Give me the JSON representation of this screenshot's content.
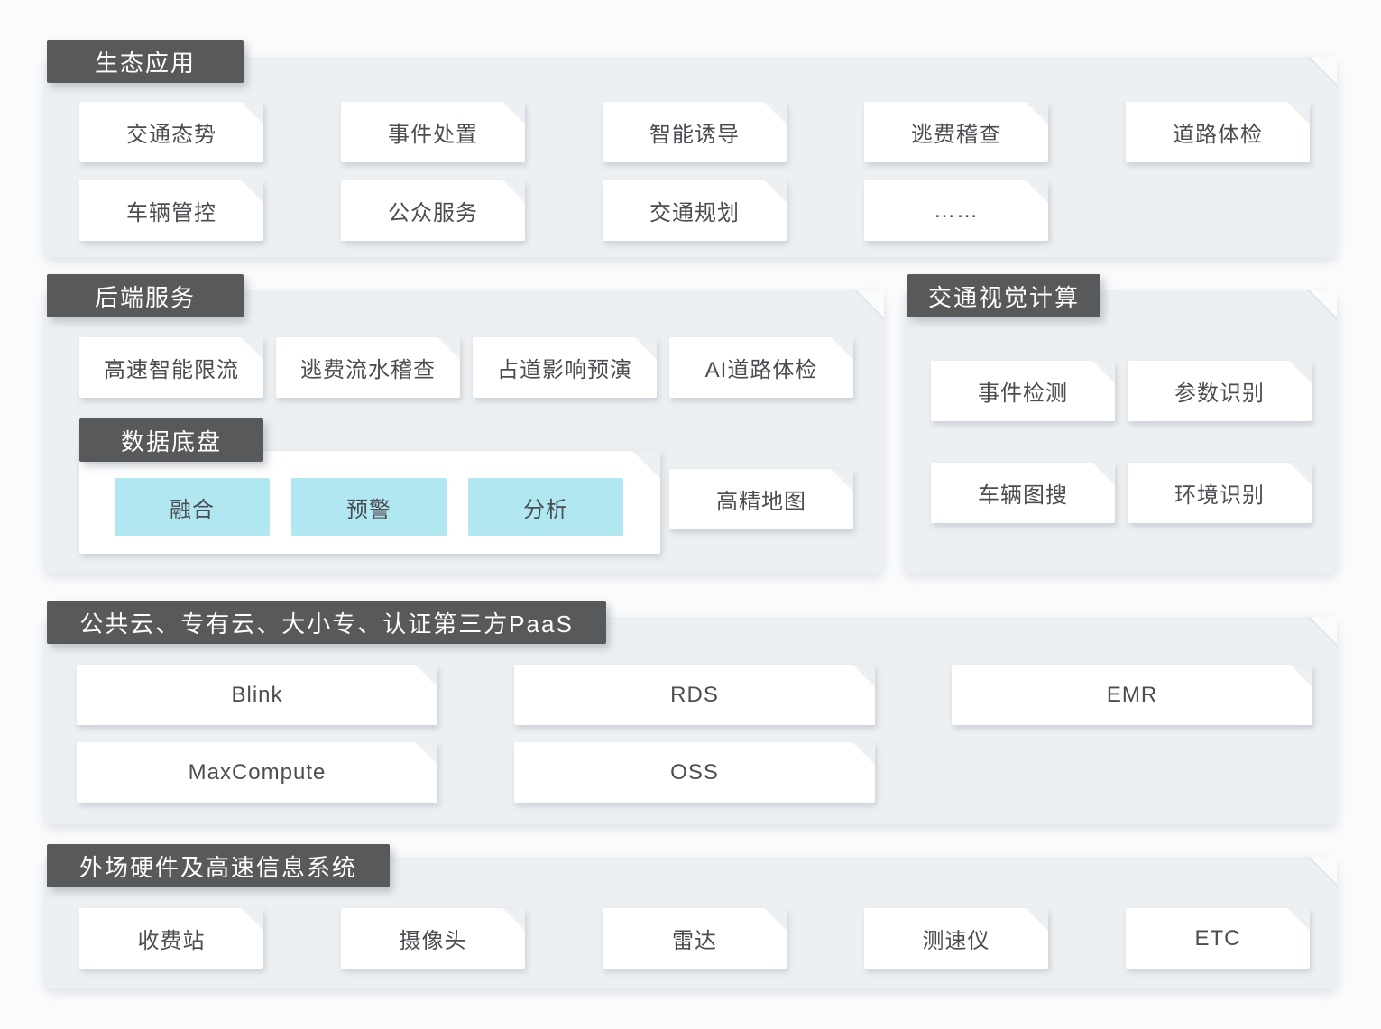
{
  "colors": {
    "page_bg": "#fafbfc",
    "panel_bg": "#edf0f2",
    "label_bg": "#58595b",
    "label_text": "#ffffff",
    "card_bg": "#ffffff",
    "card_text": "#4a4d52",
    "chip_bg": "#b1e7f1"
  },
  "sections": {
    "eco": {
      "title": "生态应用",
      "row1": [
        "交通态势",
        "事件处置",
        "智能诱导",
        "逃费稽查",
        "道路体检"
      ],
      "row2": [
        "车辆管控",
        "公众服务",
        "交通规划",
        "……"
      ]
    },
    "backend": {
      "title": "后端服务",
      "row1": [
        "高速智能限流",
        "逃费流水稽查",
        "占道影响预演",
        "AI道路体检"
      ],
      "data_chassis": {
        "title": "数据底盘",
        "chips": [
          "融合",
          "预警",
          "分析"
        ]
      },
      "map_card": "高精地图"
    },
    "vision": {
      "title": "交通视觉计算",
      "row1": [
        "事件检测",
        "参数识别"
      ],
      "row2": [
        "车辆图搜",
        "环境识别"
      ]
    },
    "paas": {
      "title": "公共云、专有云、大小专、认证第三方PaaS",
      "row1": [
        "Blink",
        "RDS",
        "EMR"
      ],
      "row2": [
        "MaxCompute",
        "OSS"
      ]
    },
    "hardware": {
      "title": "外场硬件及高速信息系统",
      "row1": [
        "收费站",
        "摄像头",
        "雷达",
        "测速仪",
        "ETC"
      ]
    }
  }
}
